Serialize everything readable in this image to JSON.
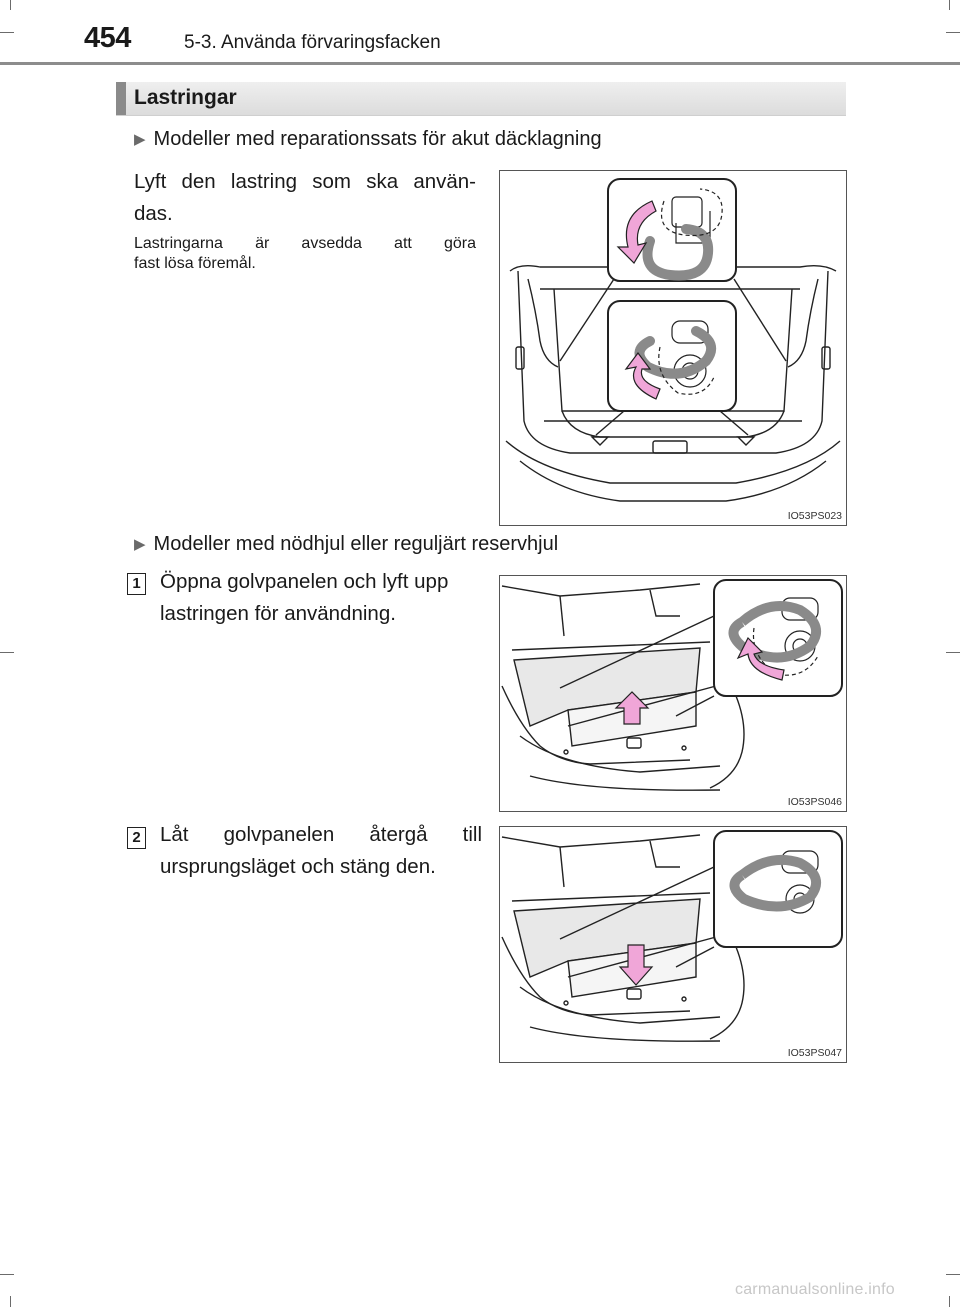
{
  "header": {
    "page_number": "454",
    "chapter": "5-3. Använda förvaringsfacken"
  },
  "section": {
    "title": "Lastringar"
  },
  "part_a": {
    "bullet": "Modeller med reparationssats för akut däcklagning",
    "instruction_line1": "Lyft den lastring som ska använ-",
    "instruction_line2": "das.",
    "note_line1": "Lastringarna är avsedda att göra",
    "note_line2": "fast lösa föremål.",
    "figure_code": "IO53PS023"
  },
  "part_b": {
    "bullet": "Modeller med nödhjul eller reguljärt reservhjul",
    "steps": [
      {
        "number": "1",
        "line1": "Öppna golvpanelen och lyft upp",
        "line2": "lastringen för användning.",
        "figure_code": "IO53PS046"
      },
      {
        "number": "2",
        "line1": "Låt golvpanelen återgå till",
        "line2": "ursprungsläget och stäng den.",
        "figure_code": "IO53PS047"
      }
    ]
  },
  "footer": {
    "watermark": "carmanualsonline.info"
  },
  "colors": {
    "ring_gray": "#8a8a8a",
    "arrow_pink": "#f0a6d8",
    "line": "#222222",
    "panel_fill": "#e8e8e8"
  },
  "icons": {
    "bullet": "triangle-right-icon"
  }
}
